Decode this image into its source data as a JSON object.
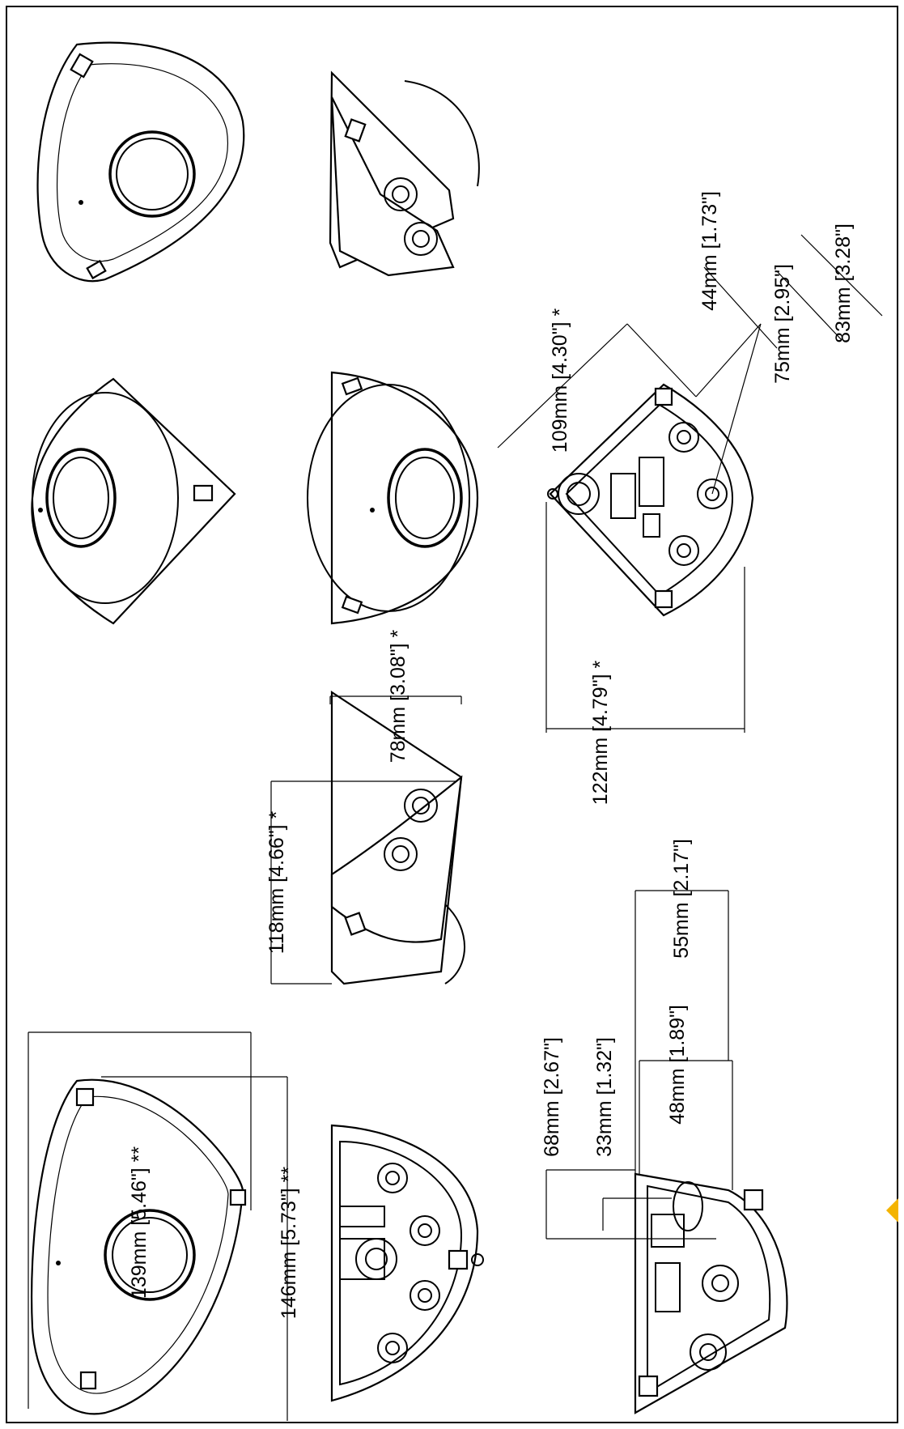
{
  "drawing": {
    "dimensions": {
      "width_139": "139mm [5.46\"] **",
      "width_146": "146mm [5.73\"] **",
      "height_118": "118mm [4.66\"] *",
      "depth_78": "78mm [3.08\"] *",
      "diag_109": "109mm [4.30\"] *",
      "diag_122": "122mm [4.79\"] *",
      "d_44": "44mm [1.73\"]",
      "d_75": "75mm [2.95\"]",
      "d_83": "83mm [3.28\"]",
      "d_68": "68mm [2.67\"]",
      "d_33": "33mm [1.32\"]",
      "d_48": "48mm [1.89\"]",
      "d_55": "55mm [2.17\"]"
    },
    "colors": {
      "line": "#000000",
      "background": "#ffffff",
      "accent": "#f4b400"
    },
    "icons": [
      "corner-marker-icon"
    ]
  }
}
